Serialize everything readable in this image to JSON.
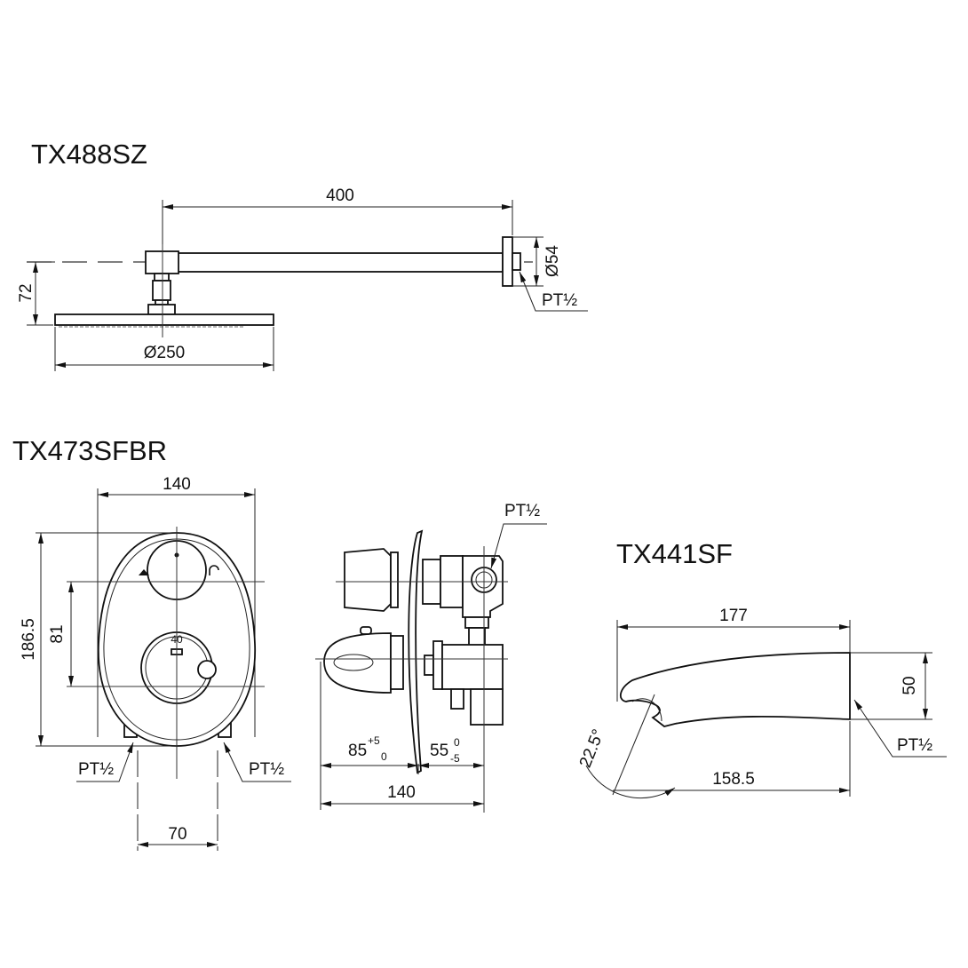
{
  "models": {
    "shower_arm": {
      "title": "TX488SZ",
      "dims": {
        "arm_length": "400",
        "flange_dia": "Ø54",
        "height": "72",
        "head_dia": "Ø250",
        "thread": "PT½"
      }
    },
    "mixer": {
      "title": "TX473SFBR",
      "dims": {
        "width": "140",
        "height": "186.5",
        "knob_spacing": "81",
        "outlet_spacing": "70",
        "thread_left": "PT½",
        "thread_right": "PT½",
        "thread_top": "PT½",
        "depth_front": "85",
        "depth_front_tol_upper": "+5",
        "depth_front_tol_lower": "0",
        "depth_back": "55",
        "depth_back_tol_upper": "0",
        "depth_back_tol_lower": "-5",
        "depth_total": "140",
        "dial_mark": "40"
      }
    },
    "spout": {
      "title": "TX441SF",
      "dims": {
        "length": "177",
        "height": "50",
        "projection": "158.5",
        "angle": "22.5°",
        "thread": "PT½"
      }
    }
  }
}
